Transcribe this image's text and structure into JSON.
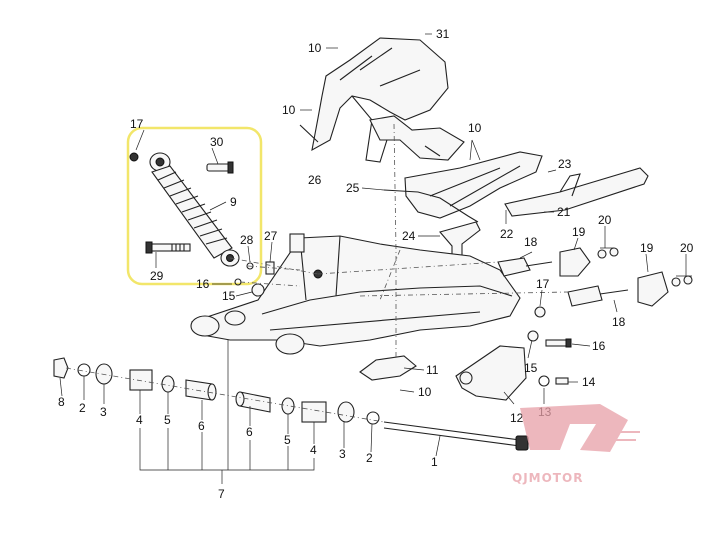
{
  "diagram": {
    "callouts": [
      {
        "id": "c1",
        "text": "1"
      },
      {
        "id": "c2a",
        "text": "2"
      },
      {
        "id": "c2b",
        "text": "2"
      },
      {
        "id": "c3a",
        "text": "3"
      },
      {
        "id": "c3b",
        "text": "3"
      },
      {
        "id": "c4a",
        "text": "4"
      },
      {
        "id": "c4b",
        "text": "4"
      },
      {
        "id": "c5a",
        "text": "5"
      },
      {
        "id": "c5b",
        "text": "5"
      },
      {
        "id": "c6a",
        "text": "6"
      },
      {
        "id": "c6b",
        "text": "6"
      },
      {
        "id": "c7",
        "text": "7"
      },
      {
        "id": "c8",
        "text": "8"
      },
      {
        "id": "c9",
        "text": "9"
      },
      {
        "id": "c10a",
        "text": "10"
      },
      {
        "id": "c10b",
        "text": "10"
      },
      {
        "id": "c10c",
        "text": "10"
      },
      {
        "id": "c10d",
        "text": "10"
      },
      {
        "id": "c11",
        "text": "11"
      },
      {
        "id": "c12",
        "text": "12"
      },
      {
        "id": "c13",
        "text": "13"
      },
      {
        "id": "c14",
        "text": "14"
      },
      {
        "id": "c15a",
        "text": "15"
      },
      {
        "id": "c15b",
        "text": "15"
      },
      {
        "id": "c16a",
        "text": "16"
      },
      {
        "id": "c16b",
        "text": "16"
      },
      {
        "id": "c17a",
        "text": "17"
      },
      {
        "id": "c17b",
        "text": "17"
      },
      {
        "id": "c18a",
        "text": "18"
      },
      {
        "id": "c18b",
        "text": "18"
      },
      {
        "id": "c19a",
        "text": "19"
      },
      {
        "id": "c19b",
        "text": "19"
      },
      {
        "id": "c20a",
        "text": "20"
      },
      {
        "id": "c20b",
        "text": "20"
      },
      {
        "id": "c21",
        "text": "21"
      },
      {
        "id": "c22",
        "text": "22"
      },
      {
        "id": "c23",
        "text": "23"
      },
      {
        "id": "c24",
        "text": "24"
      },
      {
        "id": "c25",
        "text": "25"
      },
      {
        "id": "c26",
        "text": "26"
      },
      {
        "id": "c27",
        "text": "27"
      },
      {
        "id": "c28",
        "text": "28"
      },
      {
        "id": "c29",
        "text": "29"
      },
      {
        "id": "c30",
        "text": "30"
      },
      {
        "id": "c31",
        "text": "31"
      }
    ]
  },
  "logo": {
    "brand_text": "QJMOTOR",
    "brand_color": "#e8a0a8"
  },
  "colors": {
    "highlight": "#f2e66a",
    "line": "#222222"
  }
}
